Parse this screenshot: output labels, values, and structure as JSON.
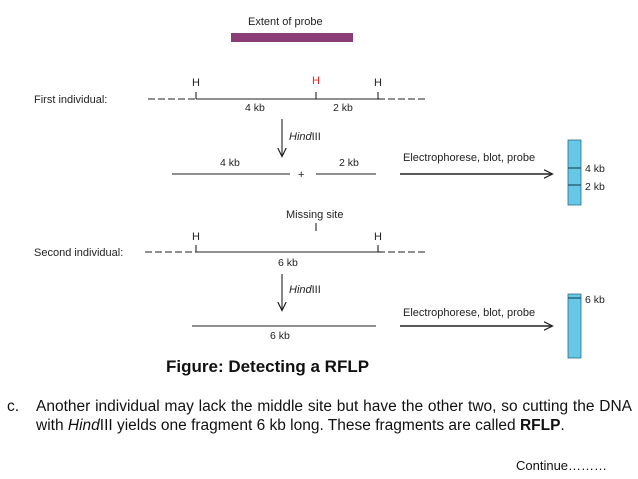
{
  "diagram": {
    "probe_label": "Extent of probe",
    "first_individual": "First individual:",
    "second_individual": "Second individual:",
    "site_h": "H",
    "missing_site": "Missing site",
    "enzyme_prefix": "Hind",
    "enzyme_suffix": "III",
    "frag_4kb": "4 kb",
    "frag_2kb": "2 kb",
    "frag_6kb": "6 kb",
    "plus": "+",
    "procedure": "Electrophorese, blot, probe",
    "band_4kb": "4 kb",
    "band_2kb": "2 kb",
    "band_6kb": "6 kb",
    "colors": {
      "probe": "#8b3d78",
      "gel": "#66c8e6",
      "gel_border": "#2c6f87",
      "red_site": "#e0282b"
    }
  },
  "caption": "Figure:  Detecting a RFLP",
  "paragraph": {
    "marker": "c.",
    "text_1": "Another individual may lack the middle site but have the other two, so cutting the DNA with ",
    "enzyme_italic": "Hind",
    "enzyme_rest": "III yields one fragment 6 kb long. These fragments are called ",
    "bold_term": "RFLP",
    "end": "."
  },
  "continue": "Continue………"
}
